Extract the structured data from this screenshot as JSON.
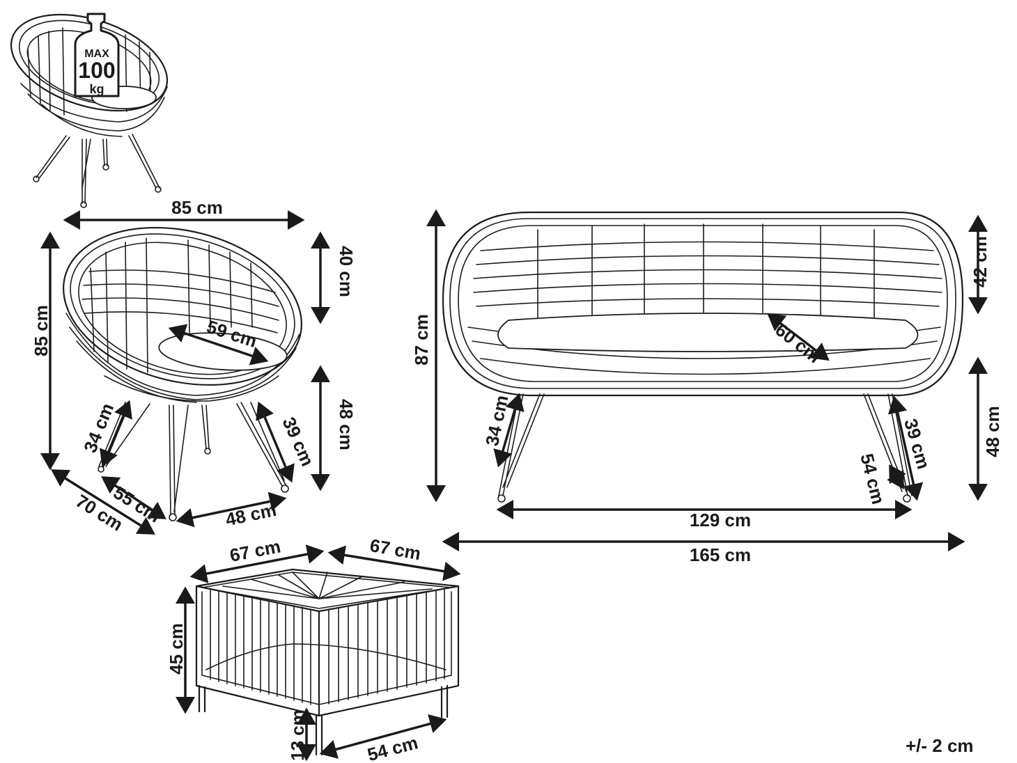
{
  "max_load": {
    "line1": "MAX",
    "line2": "100",
    "line3": "kg"
  },
  "tolerance": "+/- 2 cm",
  "armchair": {
    "width": "85 cm",
    "height": "85 cm",
    "back_height": "40 cm",
    "seat_height": "48 cm",
    "seat_width": "59 cm",
    "leg_front": "34 cm",
    "leg_back": "39 cm",
    "depth": "70 cm",
    "seat_depth": "55 cm",
    "leg_span": "48 cm"
  },
  "sofa": {
    "height": "87 cm",
    "back_height": "42 cm",
    "seat_height": "48 cm",
    "seat_depth": "60 cm",
    "leg_front": "34 cm",
    "leg_back": "39 cm",
    "leg_depth": "54 cm",
    "leg_span": "129 cm",
    "width": "165 cm"
  },
  "table": {
    "width": "67 cm",
    "depth": "67 cm",
    "height": "45 cm",
    "clearance": "13 cm",
    "leg_span": "54 cm"
  }
}
